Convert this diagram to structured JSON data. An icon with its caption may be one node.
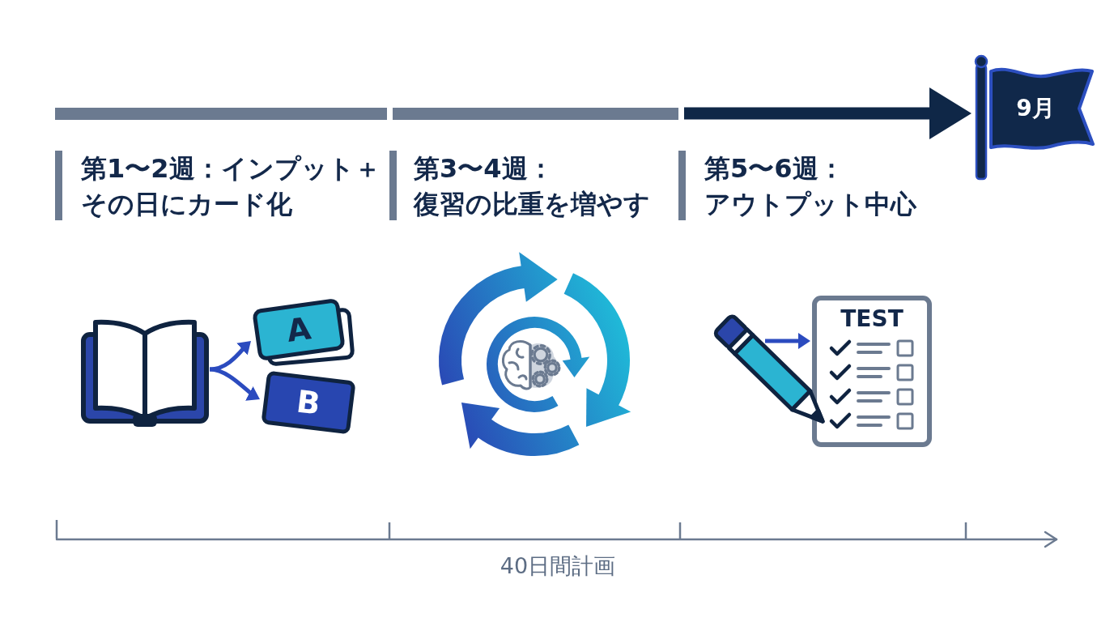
{
  "diagram": {
    "nodes": [
      {
        "text": [
          "9月"
        ]
      },
      {
        "text": [],
        "shape": "picture"
      },
      {
        "text": [
          "A"
        ]
      },
      {
        "text": [
          "B"
        ]
      },
      {
        "text": [
          "TEST"
        ]
      }
    ],
    "edges": [
      {
        "from": null,
        "to": 0,
        "arrow": "to",
        "style": "thick",
        "color": "#0f2747"
      },
      {
        "from": 1,
        "to": 2,
        "arrow": "to"
      },
      {
        "from": 1,
        "to": 3,
        "arrow": "to"
      },
      {
        "from": null,
        "to": 4,
        "arrow": "to"
      }
    ],
    "labels": [
      "第1〜2週：インプット＋その日にカード化",
      "第3〜4週：復習の比重を増やす",
      "第5〜6週：アウトプット中心",
      "40日間計画"
    ]
  }
}
